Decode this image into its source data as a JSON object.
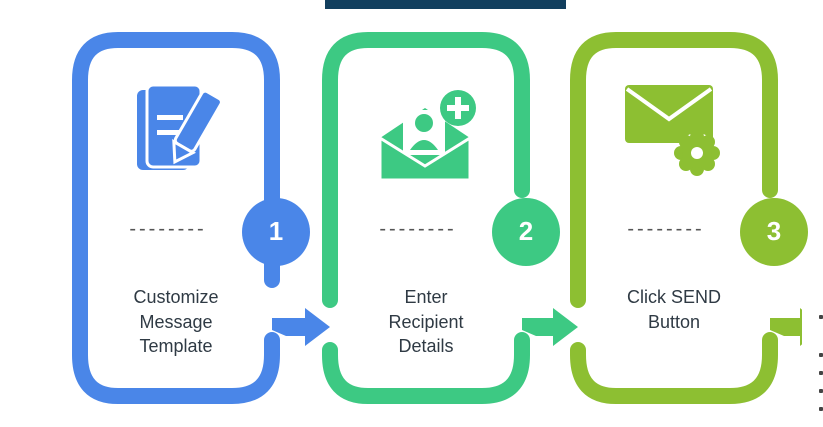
{
  "diagram": {
    "steps": [
      {
        "number": "1",
        "label": "Customize\nMessage\nTemplate",
        "color": "#4a86e8",
        "icon": "document-edit-icon"
      },
      {
        "number": "2",
        "label": "Enter\nRecipient\nDetails",
        "color": "#3dc983",
        "icon": "envelope-add-user-icon"
      },
      {
        "number": "3",
        "label": "Click SEND\nButton",
        "color": "#8dbf32",
        "icon": "envelope-settings-icon"
      }
    ],
    "dash_separator": "--------"
  }
}
